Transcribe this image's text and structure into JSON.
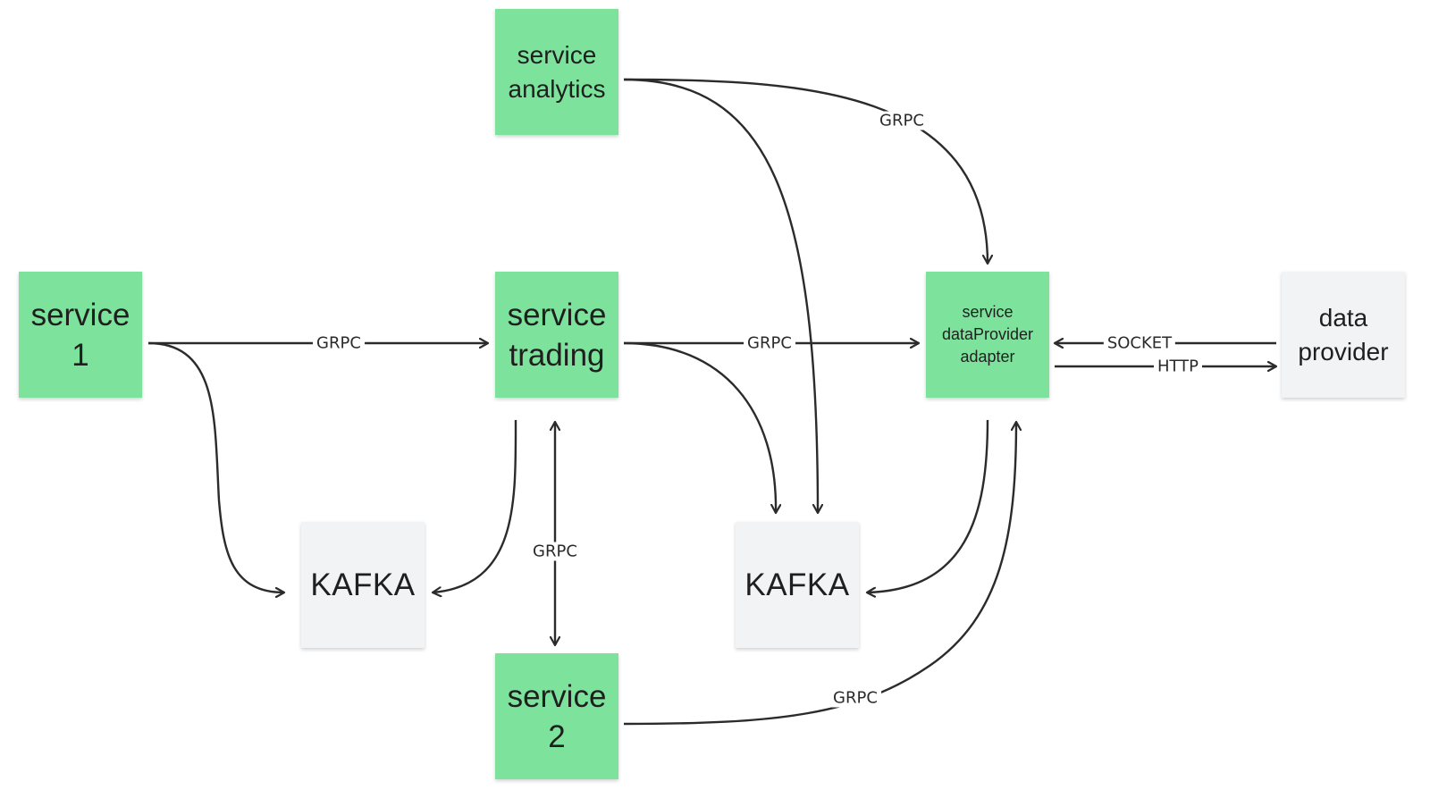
{
  "nodes": {
    "service_analytics": {
      "line1": "service",
      "line2": "analytics",
      "color": "#7de39c"
    },
    "service_1": {
      "line1": "service",
      "line2": "1",
      "color": "#7de39c"
    },
    "service_trading": {
      "line1": "service",
      "line2": "trading",
      "color": "#7de39c"
    },
    "service_adapter": {
      "line1": "service",
      "line2": "dataProvider",
      "line3": "adapter",
      "color": "#7de39c"
    },
    "data_provider": {
      "line1": "data",
      "line2": "provider",
      "color": "#f2f3f5"
    },
    "kafka_left": {
      "label": "KAFKA",
      "color": "#f2f3f5"
    },
    "kafka_right": {
      "label": "KAFKA",
      "color": "#f2f3f5"
    },
    "service_2": {
      "line1": "service",
      "line2": "2",
      "color": "#7de39c"
    }
  },
  "edges": {
    "s1_to_trading": "GRPC",
    "trading_to_adapter": "GRPC",
    "analytics_to_adapter": "GRPC",
    "trading_service2": "GRPC",
    "service2_to_adapter": "GRPC",
    "provider_to_adapter": "SOCKET",
    "adapter_to_provider": "HTTP"
  },
  "colors": {
    "arrow": "#2b2b2b"
  }
}
